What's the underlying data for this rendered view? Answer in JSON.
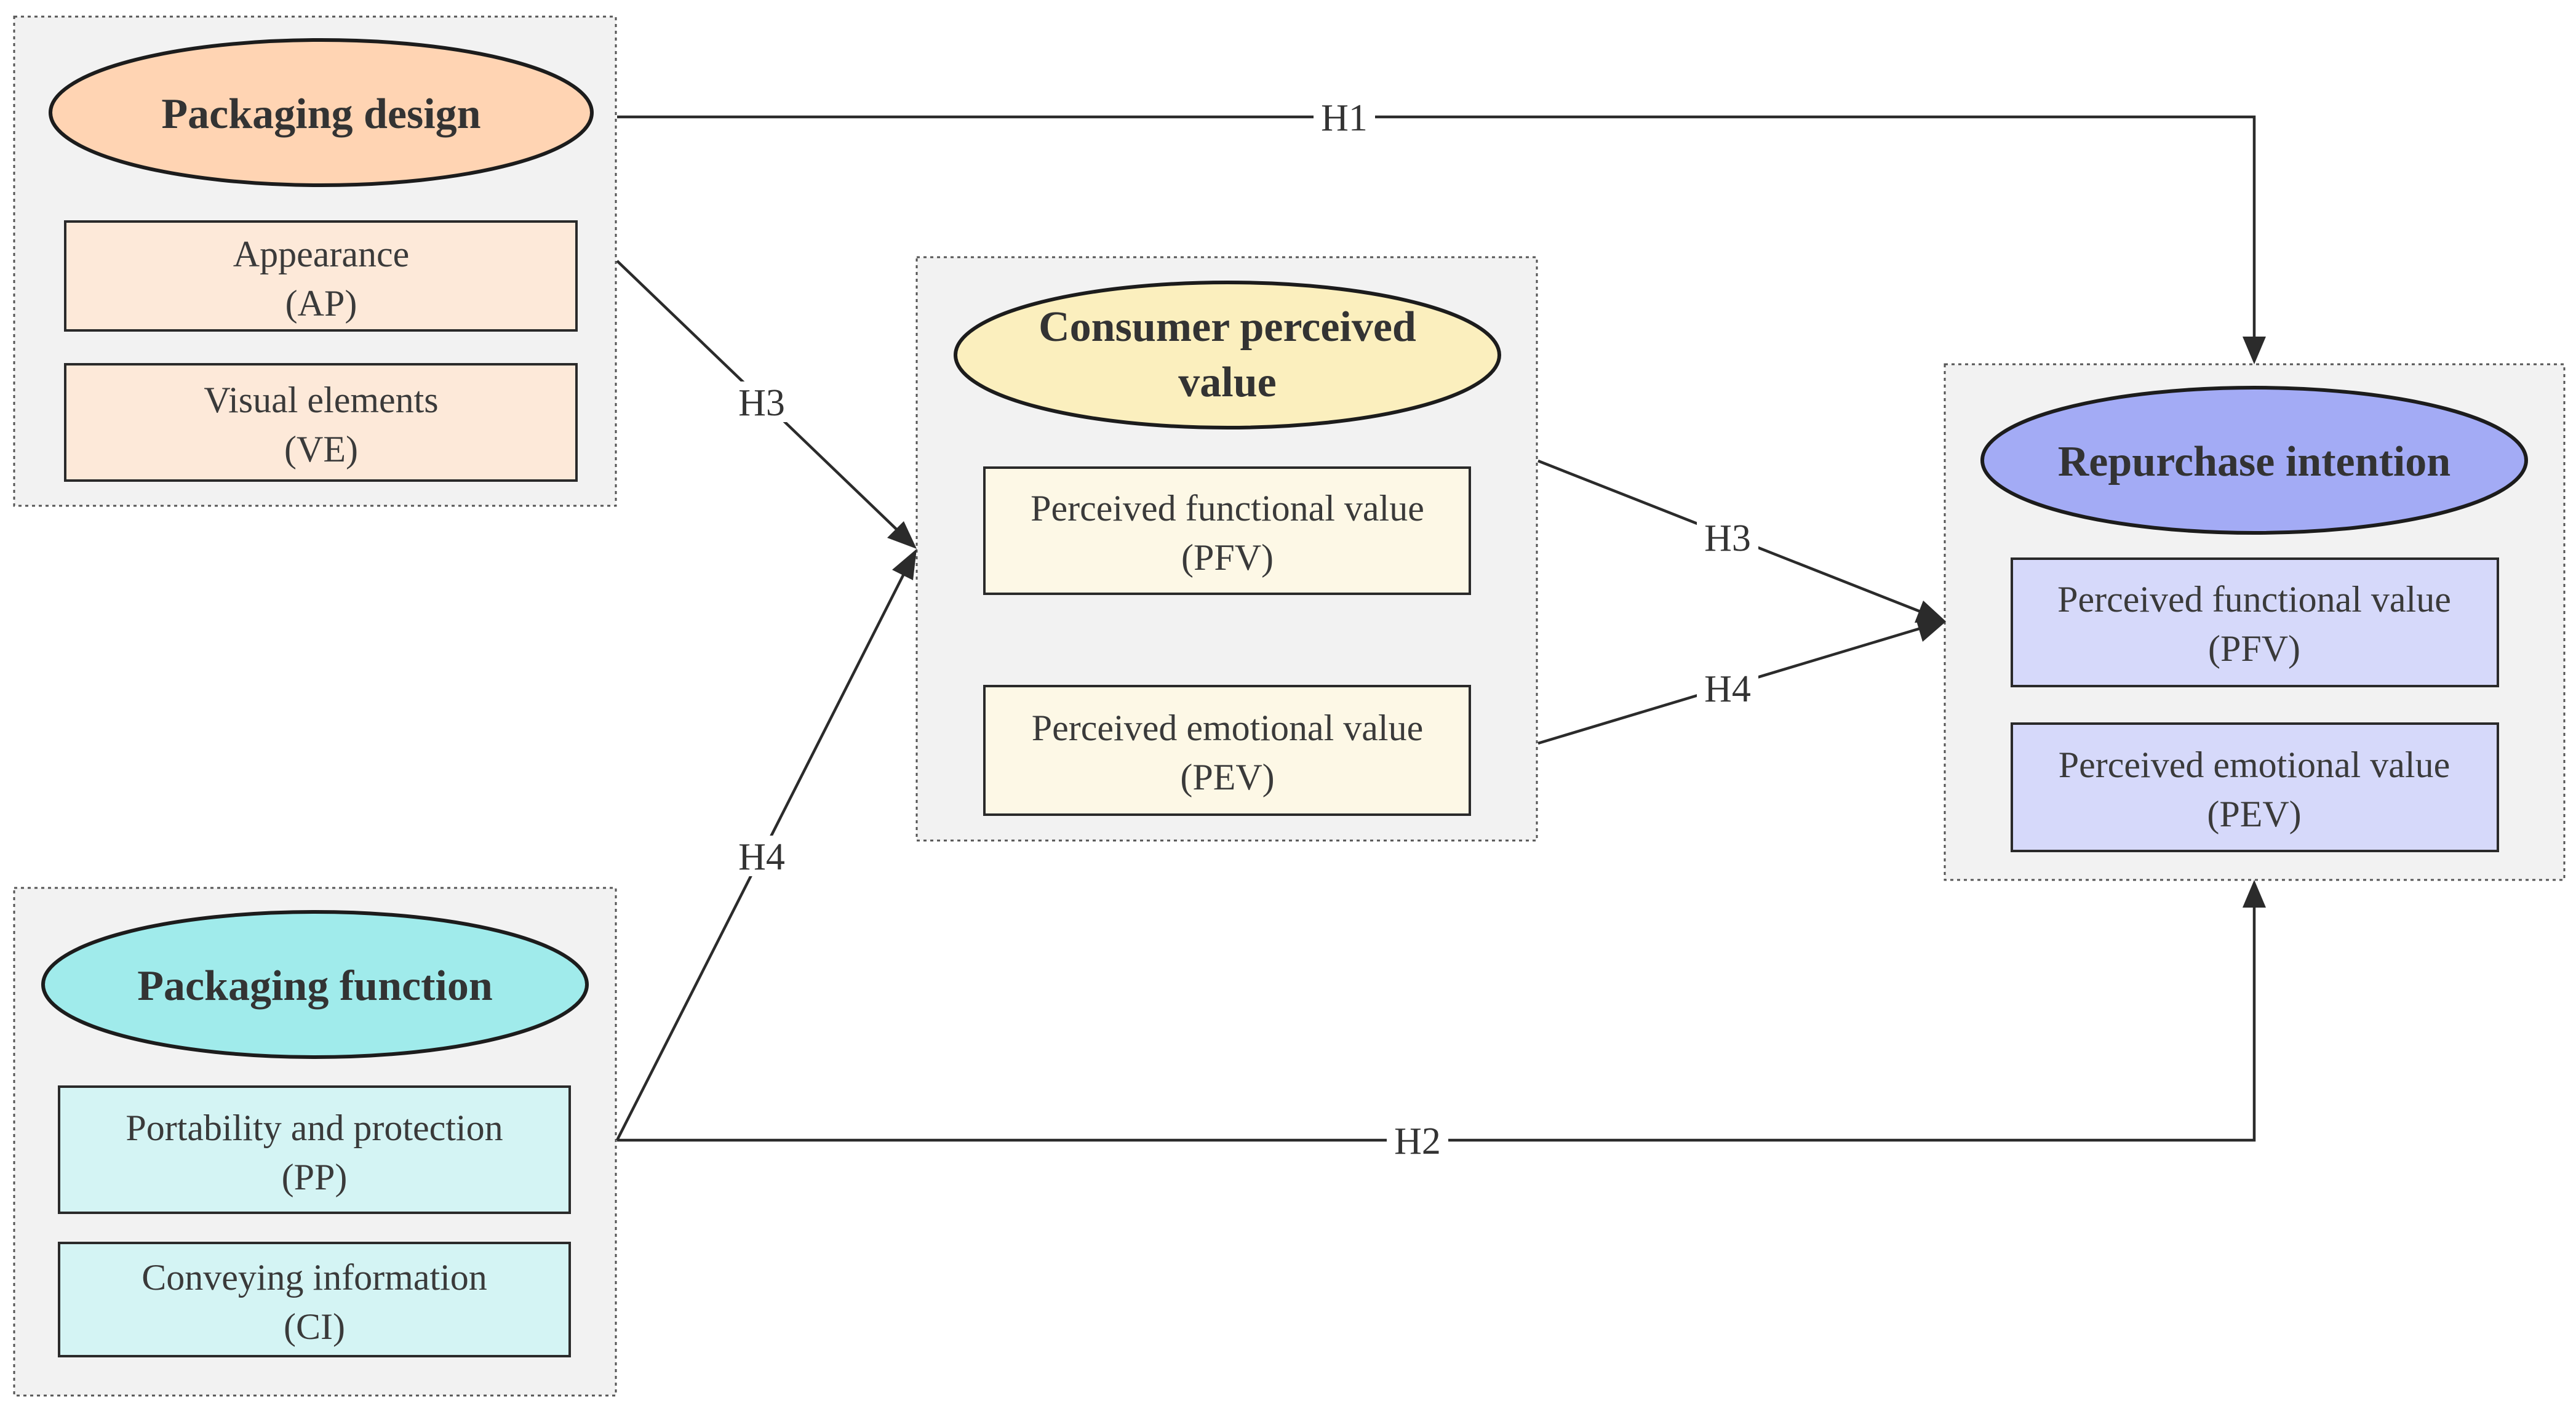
{
  "colors": {
    "packaging_design_title": "#ffd4b3",
    "packaging_design_item": "#fde9d9",
    "packaging_function_title": "#a0ebeb",
    "packaging_function_item": "#d4f4f4",
    "consumer_value_title": "#fbefbe",
    "consumer_value_item": "#fdf8e6",
    "repurchase_title": "#a3abf5",
    "repurchase_item": "#d6d9fa",
    "group_background": "#f2f2f2",
    "edge": "#2b2b2b"
  },
  "nodes": {
    "packaging_design": {
      "title": "Packaging design",
      "items": [
        {
          "line1": "Appearance",
          "line2": "(AP)"
        },
        {
          "line1": "Visual elements",
          "line2": "(VE)"
        }
      ]
    },
    "consumer_perceived_value": {
      "title_line1": "Consumer perceived",
      "title_line2": "value",
      "items": [
        {
          "line1": "Perceived functional value",
          "line2": "(PFV)"
        },
        {
          "line1": "Perceived emotional value",
          "line2": "(PEV)"
        }
      ]
    },
    "repurchase_intention": {
      "title": "Repurchase intention",
      "items": [
        {
          "line1": "Perceived functional value",
          "line2": "(PFV)"
        },
        {
          "line1": "Perceived emotional value",
          "line2": "(PEV)"
        }
      ]
    },
    "packaging_function": {
      "title": "Packaging function",
      "items": [
        {
          "line1": "Portability and protection",
          "line2": "(PP)"
        },
        {
          "line1": "Conveying information",
          "line2": "(CI)"
        }
      ]
    }
  },
  "edges": [
    {
      "from": "Packaging design",
      "to": "Repurchase intention",
      "label": "H1"
    },
    {
      "from": "Packaging function",
      "to": "Repurchase intention",
      "label": "H2"
    },
    {
      "from": "Packaging design",
      "to": "Consumer perceived value",
      "label": "H3"
    },
    {
      "from": "Packaging function",
      "to": "Consumer perceived value",
      "label": "H4"
    },
    {
      "from": "Consumer perceived value",
      "to": "Repurchase intention",
      "label": "H3"
    },
    {
      "from": "Consumer perceived value",
      "to": "Repurchase intention",
      "label": "H4"
    }
  ]
}
